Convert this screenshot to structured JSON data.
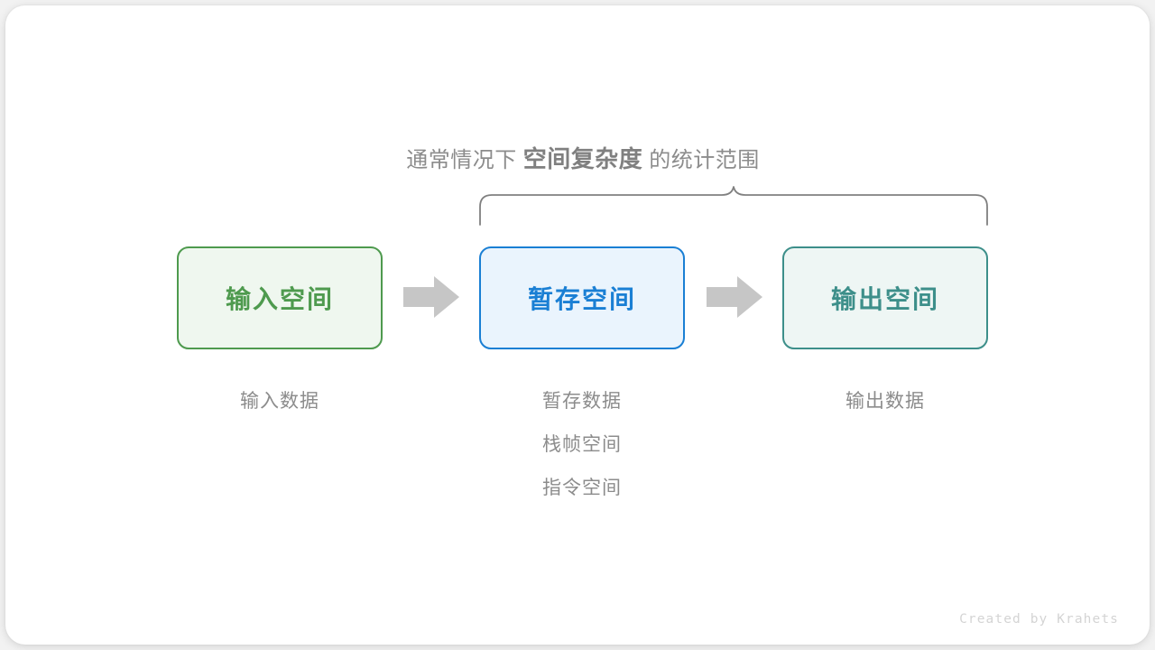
{
  "diagram": {
    "title_prefix": "通常情况下",
    "title_emphasis": "空间复杂度",
    "title_suffix": "的统计范围",
    "brace": {
      "name": "curly-brace",
      "color": "#808080",
      "spans_boxes": [
        "暂存空间",
        "输出空间"
      ]
    },
    "boxes": [
      {
        "id": "input",
        "label": "输入空间",
        "border_color": "#4e9a4e",
        "fill_color": "#eff7ef",
        "text_color": "#4e9a4e"
      },
      {
        "id": "temp",
        "label": "暂存空间",
        "border_color": "#1a7fd4",
        "fill_color": "#eaf4fd",
        "text_color": "#1a7fd4"
      },
      {
        "id": "output",
        "label": "输出空间",
        "border_color": "#3d8f8a",
        "fill_color": "#eef6f4",
        "text_color": "#3d8f8a"
      }
    ],
    "arrows": [
      {
        "id": "arrow-1",
        "name": "right-arrow-icon",
        "color": "#c6c6c6"
      },
      {
        "id": "arrow-2",
        "name": "right-arrow-icon",
        "color": "#c6c6c6"
      }
    ],
    "captions": {
      "input": [
        "输入数据"
      ],
      "temp": [
        "暂存数据",
        "栈帧空间",
        "指令空间"
      ],
      "output": [
        "输出数据"
      ]
    },
    "watermark": "Created by Krahets",
    "colors": {
      "background": "#f2f2f2",
      "card": "#ffffff",
      "muted_text": "#8c8c8c",
      "watermark_text": "#d4d4d4"
    }
  }
}
